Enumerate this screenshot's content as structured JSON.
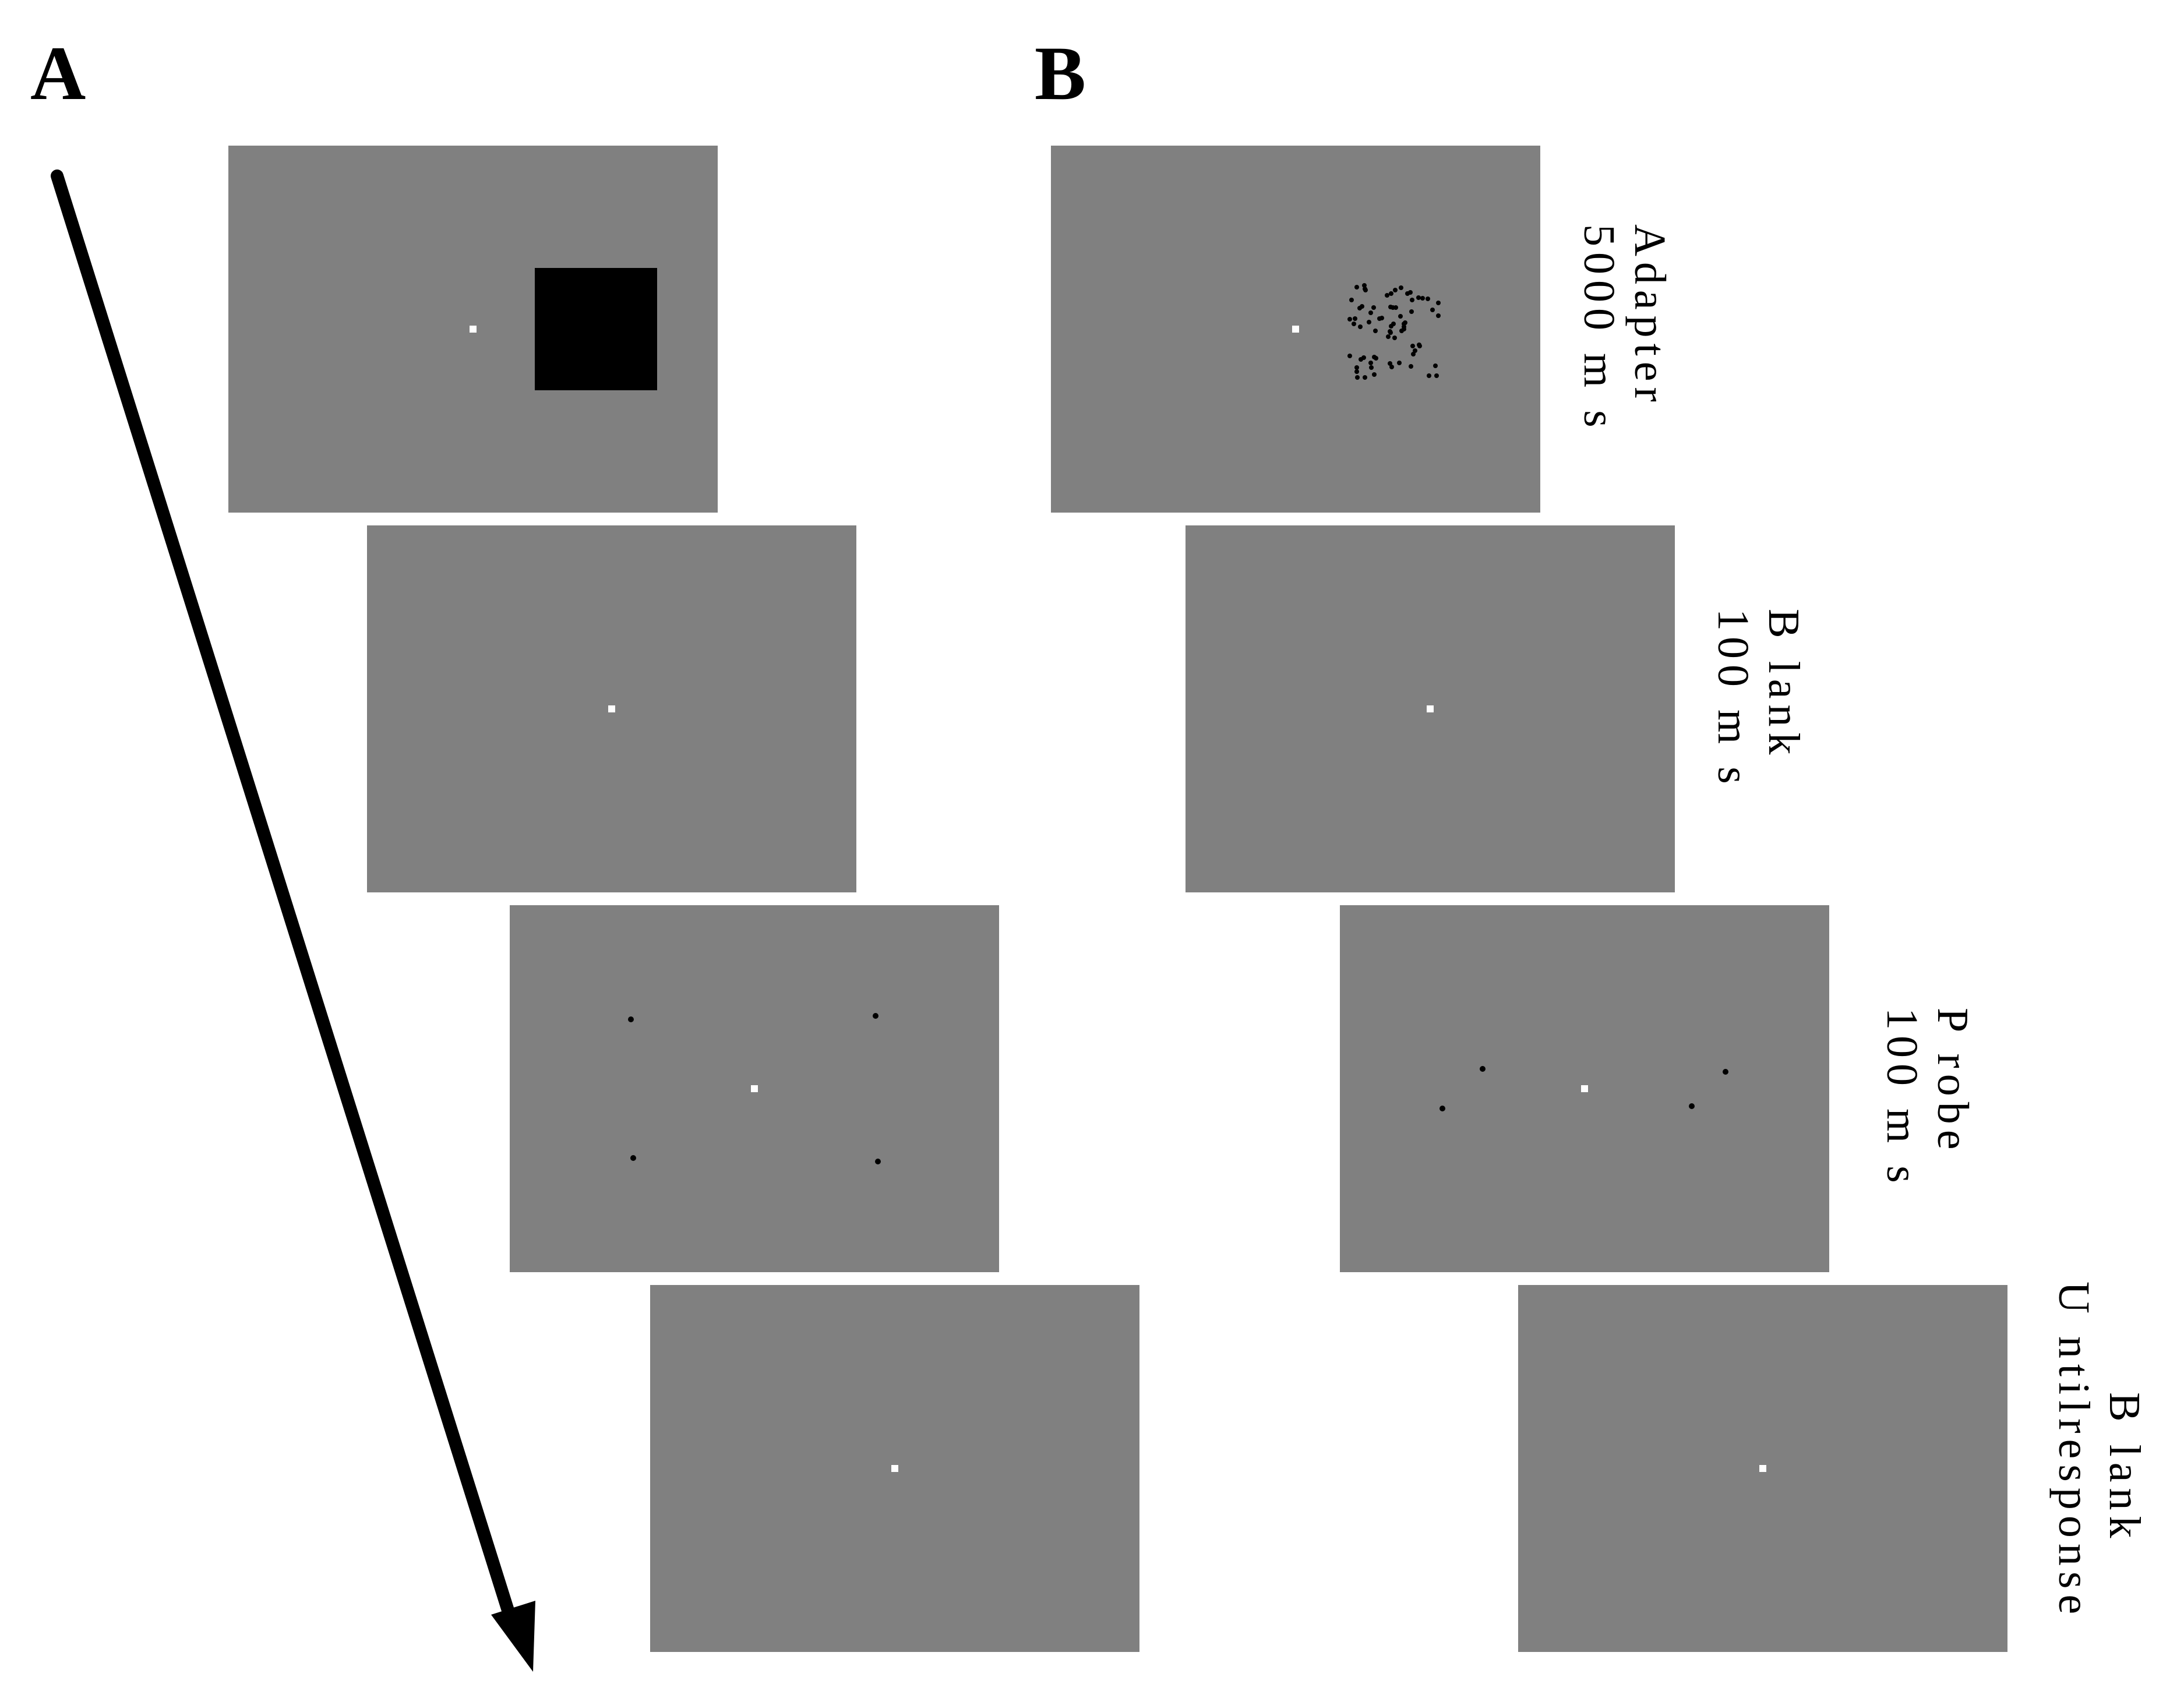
{
  "panels": {
    "a_letter": "A",
    "b_letter": "B"
  },
  "stages": [
    {
      "name": "Adapter",
      "duration": "5000 m s"
    },
    {
      "name": "B lank",
      "duration": "100 m s"
    },
    {
      "name": "P robe",
      "duration": "100 m s"
    },
    {
      "name": "B lank",
      "duration": "U ntilresponse"
    }
  ],
  "colors": {
    "screen": "#808080",
    "fixation": "#ffffff",
    "stimulus": "#000000",
    "arrow": "#000000"
  }
}
